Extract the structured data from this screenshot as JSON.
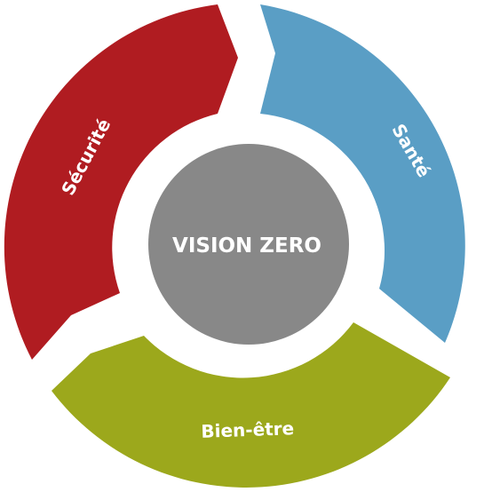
{
  "center": {
    "label": "VISION ZERO",
    "color": "#888888"
  },
  "segments": [
    {
      "id": "securite",
      "label": "Sécurité",
      "color": "#b01c21"
    },
    {
      "id": "sante",
      "label": "Santé",
      "color": "#5a9ec5"
    },
    {
      "id": "bien_etre",
      "label": "Bien-être",
      "color": "#9ca81c"
    }
  ]
}
